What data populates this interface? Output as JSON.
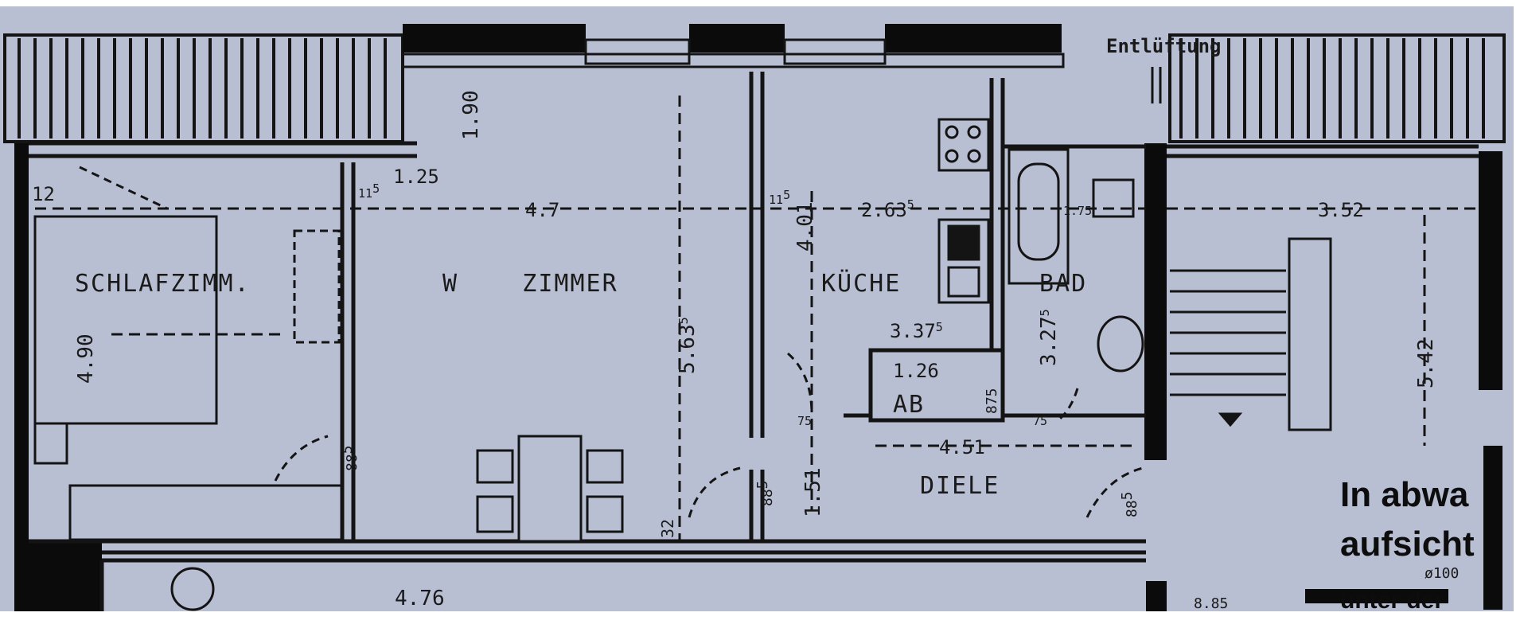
{
  "plan": {
    "colors": {
      "paper": "#b9bfd3",
      "ink": "#141414",
      "wall": "#0b0b0b",
      "surround": "#ffffff"
    },
    "header_text": "Entlüftung",
    "rooms": {
      "schlafzimmer": "SCHLAFZIMM.",
      "wohnzimmer": "W    ZIMMER",
      "kueche": "KÜCHE",
      "bad": "BAD",
      "diele": "DIELE",
      "abstellraum_area": "1.26",
      "abstellraum": "AB"
    },
    "dimensions": {
      "d_12": "12",
      "d_1_25": "1.25",
      "d_11_5a": "11",
      "d_11_5a_sup": "5",
      "d_4_7": "4.7",
      "d_11_5b": "11",
      "d_11_5b_sup": "5",
      "d_2_63": "2.63",
      "d_2_63_sup": "5",
      "d_4_01": "4.01",
      "d_3_52": "3.52",
      "d_4_90": "4.90",
      "d_1_90": "1.90",
      "d_5_63": "5.63",
      "d_5_63_sup": "5",
      "d_3_37": "3.37",
      "d_3_37_sup": "5",
      "d_3_27": "3.27",
      "d_3_27_sup": "5",
      "d_5_42": "5.42",
      "d_8_75": "875",
      "d_75a": "75",
      "d_75b": "75",
      "d_4_51": "4.51",
      "d_88_5a": "88",
      "d_88_5a_sup": "5",
      "d_88_5b": "88",
      "d_88_5b_sup": "5",
      "d_88_5c": "88",
      "d_88_5c_sup": "5",
      "d_1_51": "1.51",
      "d_32": "32",
      "d_4_76": "4.76",
      "d_1_75": "1.75"
    },
    "notes": {
      "line1": "In abwa",
      "line2": "aufsicht",
      "line3": "ø100",
      "line4": "unter der",
      "line5": "8.85"
    }
  }
}
